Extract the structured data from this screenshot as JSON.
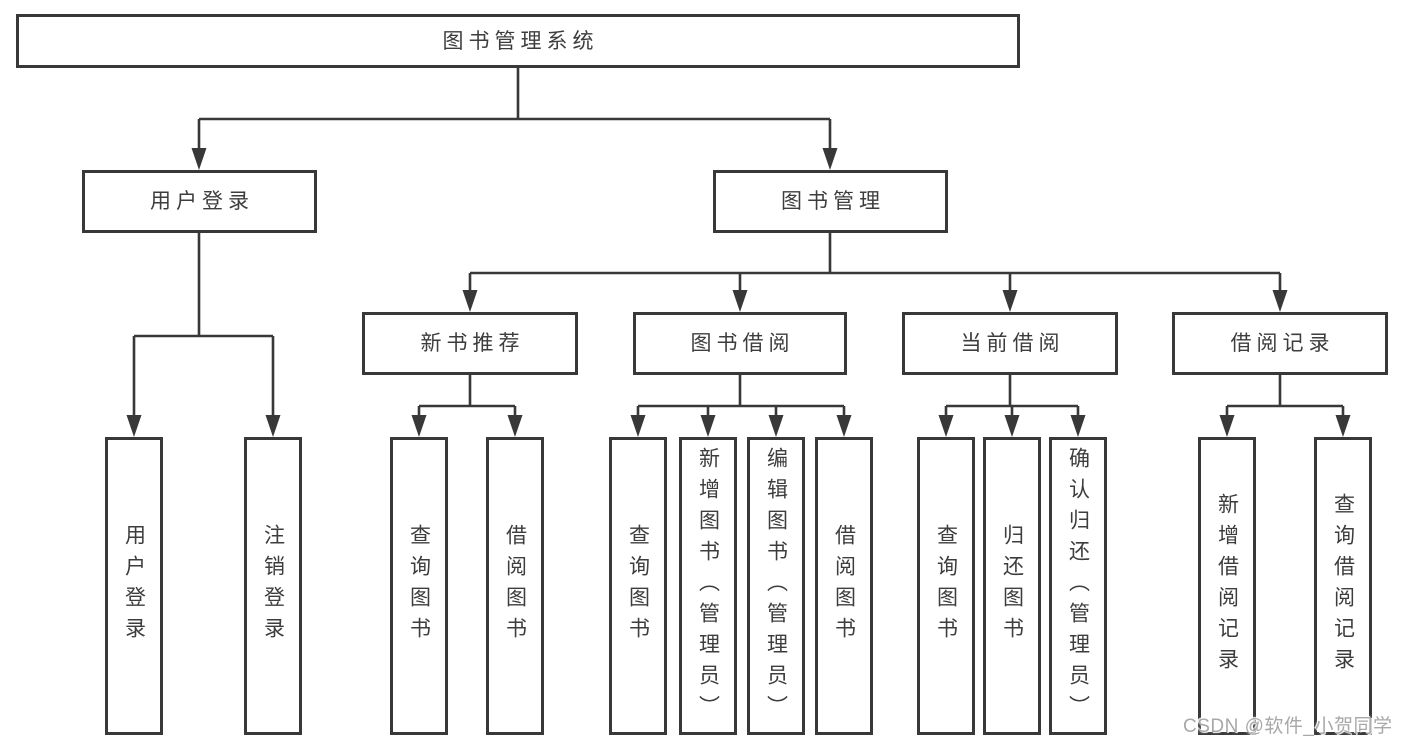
{
  "colors": {
    "line": "#383838",
    "text": "#3d3d3d",
    "background": "#ffffff",
    "watermark": "#a8a8a8"
  },
  "diagram": {
    "root": {
      "label": "图书管理系统"
    },
    "user_login": {
      "label": "用户登录",
      "children": [
        {
          "label": "用户登录"
        },
        {
          "label": "注销登录"
        }
      ]
    },
    "book_mgmt": {
      "label": "图书管理",
      "sections": [
        {
          "label": "新书推荐",
          "children": [
            {
              "label": "查询图书"
            },
            {
              "label": "借阅图书"
            }
          ]
        },
        {
          "label": "图书借阅",
          "children": [
            {
              "label": "查询图书"
            },
            {
              "label": "新增图书（管理员）"
            },
            {
              "label": "编辑图书（管理员）"
            },
            {
              "label": "借阅图书"
            }
          ]
        },
        {
          "label": "当前借阅",
          "children": [
            {
              "label": "查询图书"
            },
            {
              "label": "归还图书"
            },
            {
              "label": "确认归还（管理员）"
            }
          ]
        },
        {
          "label": "借阅记录",
          "children": [
            {
              "label": "新增借阅记录"
            },
            {
              "label": "查询借阅记录"
            }
          ]
        }
      ]
    }
  },
  "watermark": {
    "text": "CSDN @软件_小贺同学"
  }
}
